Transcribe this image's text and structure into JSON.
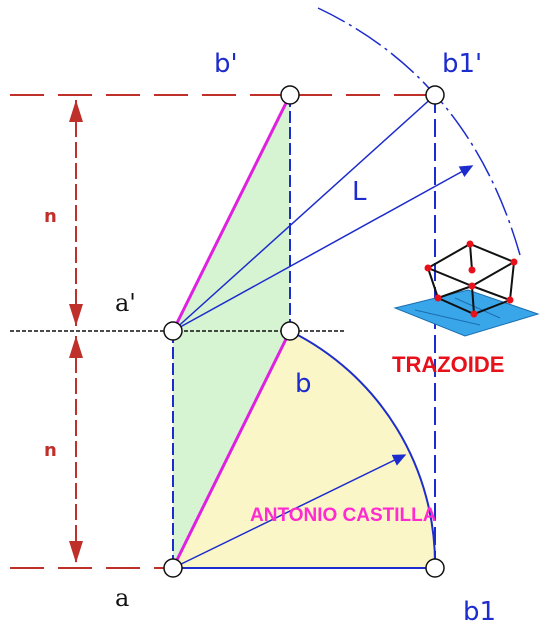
{
  "labels": {
    "b_prime": "b'",
    "b1_prime": "b1'",
    "a_prime": "a'",
    "b": "b",
    "a": "a",
    "b1": "b1",
    "L": "L",
    "dim_top": "n",
    "dim_bottom": "n"
  },
  "logo": {
    "text": "TRAZOIDE"
  },
  "author": "ANTONIO  CASTILLA",
  "colors": {
    "red_dashed": "#c0302a",
    "blue_line": "#1d2ccc",
    "magenta_line": "#e020e0",
    "green_fill": "#d6f3d2",
    "yellow_fill": "#fbf6c8",
    "black_line": "#111111",
    "logo_text": "#e8101a",
    "author_text": "#ff2bd0",
    "logo_base": "#3aa6ea"
  }
}
